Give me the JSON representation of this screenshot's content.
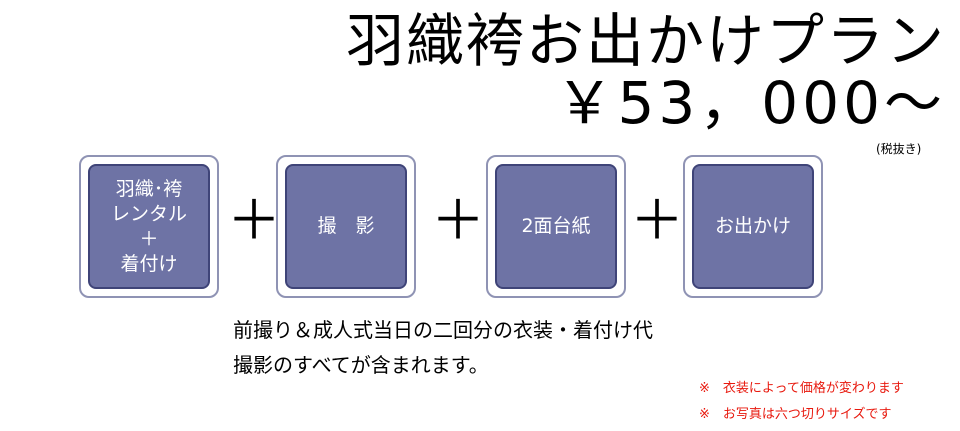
{
  "title": "羽織袴お出かけプラン",
  "price": "￥53，000～",
  "tax_note": "(税抜き)",
  "items": [
    {
      "label": "羽織･袴\nレンタル\n＋\n着付け"
    },
    {
      "label": "撮　影"
    },
    {
      "label": "2面台紙"
    },
    {
      "label": "お出かけ"
    }
  ],
  "plus_symbol": "＋",
  "description": [
    "前撮り＆成人式当日の二回分の衣装・着付け代",
    "撮影のすべてが含まれます。"
  ],
  "notes": [
    "※　衣装によって価格が変わります",
    "※　お写真は六つ切りサイズです"
  ],
  "colors": {
    "card_fill": "#6e73a5",
    "card_border": "#3f4478",
    "note_text": "#e8190e"
  }
}
